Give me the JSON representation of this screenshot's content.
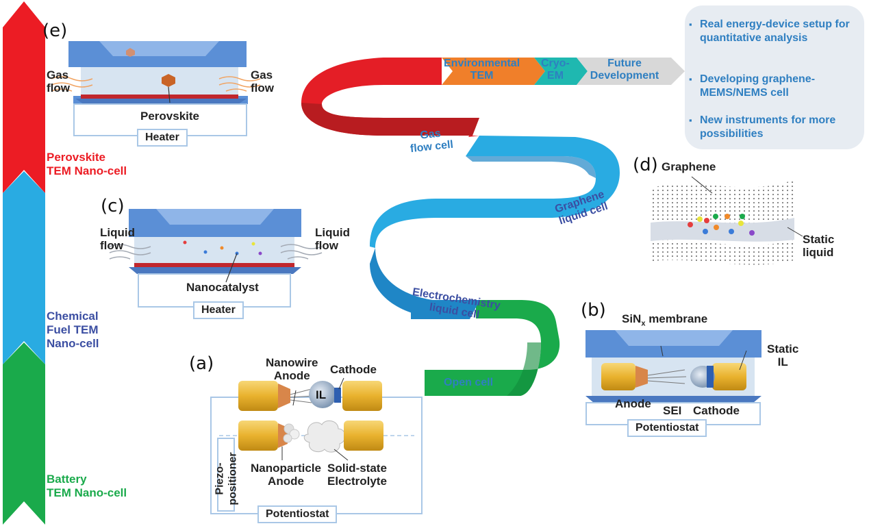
{
  "side_bar": {
    "segments": [
      {
        "label": "Perovskite\nTEM Nano-cell",
        "color": "#ec1c24"
      },
      {
        "label": "Chemical\nFuel TEM\nNano-cell",
        "color": "#29abe2",
        "text_color": "#3b4ea2"
      },
      {
        "label": "Battery\nTEM Nano-cell",
        "color": "#1aaa4b"
      }
    ]
  },
  "ribbon": {
    "stages": [
      {
        "label": "Open cell",
        "color": "#1aaa4b"
      },
      {
        "label": "Electrochemistry\nliquid cell",
        "color": "#1f86c6"
      },
      {
        "label": "Graphene\nliquid cell",
        "color": "#29abe2"
      },
      {
        "label": "Gas\nflow cell",
        "color": "#e41e26"
      },
      {
        "label": "Environmental\nTEM",
        "color": "#f07f2a"
      },
      {
        "label": "Cryo-\nEM",
        "color": "#1fb8b0"
      },
      {
        "label": "Future\nDevelopment",
        "color": "#d8d8d8"
      }
    ]
  },
  "future_box": {
    "items": [
      "Real energy-device setup for quantitative analysis",
      "Developing graphene-MEMS/NEMS cell",
      "New instruments for more possibilities"
    ]
  },
  "panel_e": {
    "tag": "(e)",
    "gas_flow_left": "Gas\nflow",
    "gas_flow_right": "Gas\nflow",
    "perovskite": "Perovskite",
    "heater": "Heater"
  },
  "panel_c": {
    "tag": "(c)",
    "liquid_flow_left": "Liquid\nflow",
    "liquid_flow_right": "Liquid\nflow",
    "nanocatalyst": "Nanocatalyst",
    "heater": "Heater"
  },
  "panel_d": {
    "tag": "(d)",
    "graphene": "Graphene",
    "static_liquid": "Static\nliquid"
  },
  "panel_b": {
    "tag": "(b)",
    "membrane": "SiN",
    "membrane_sub": "x",
    "membrane_suffix": " membrane",
    "static_il": "Static\nIL",
    "anode": "Anode",
    "sei": "SEI",
    "cathode": "Cathode",
    "potentiostat": "Potentiostat"
  },
  "panel_a": {
    "tag": "(a)",
    "nanowire_anode": "Nanowire\nAnode",
    "cathode": "Cathode",
    "il": "IL",
    "nanoparticle_anode": "Nanoparticle\nAnode",
    "solid_electrolyte": "Solid-state\nElectrolyte",
    "piezo": "Piezo-\npositioner",
    "potentiostat": "Potentiostat"
  }
}
